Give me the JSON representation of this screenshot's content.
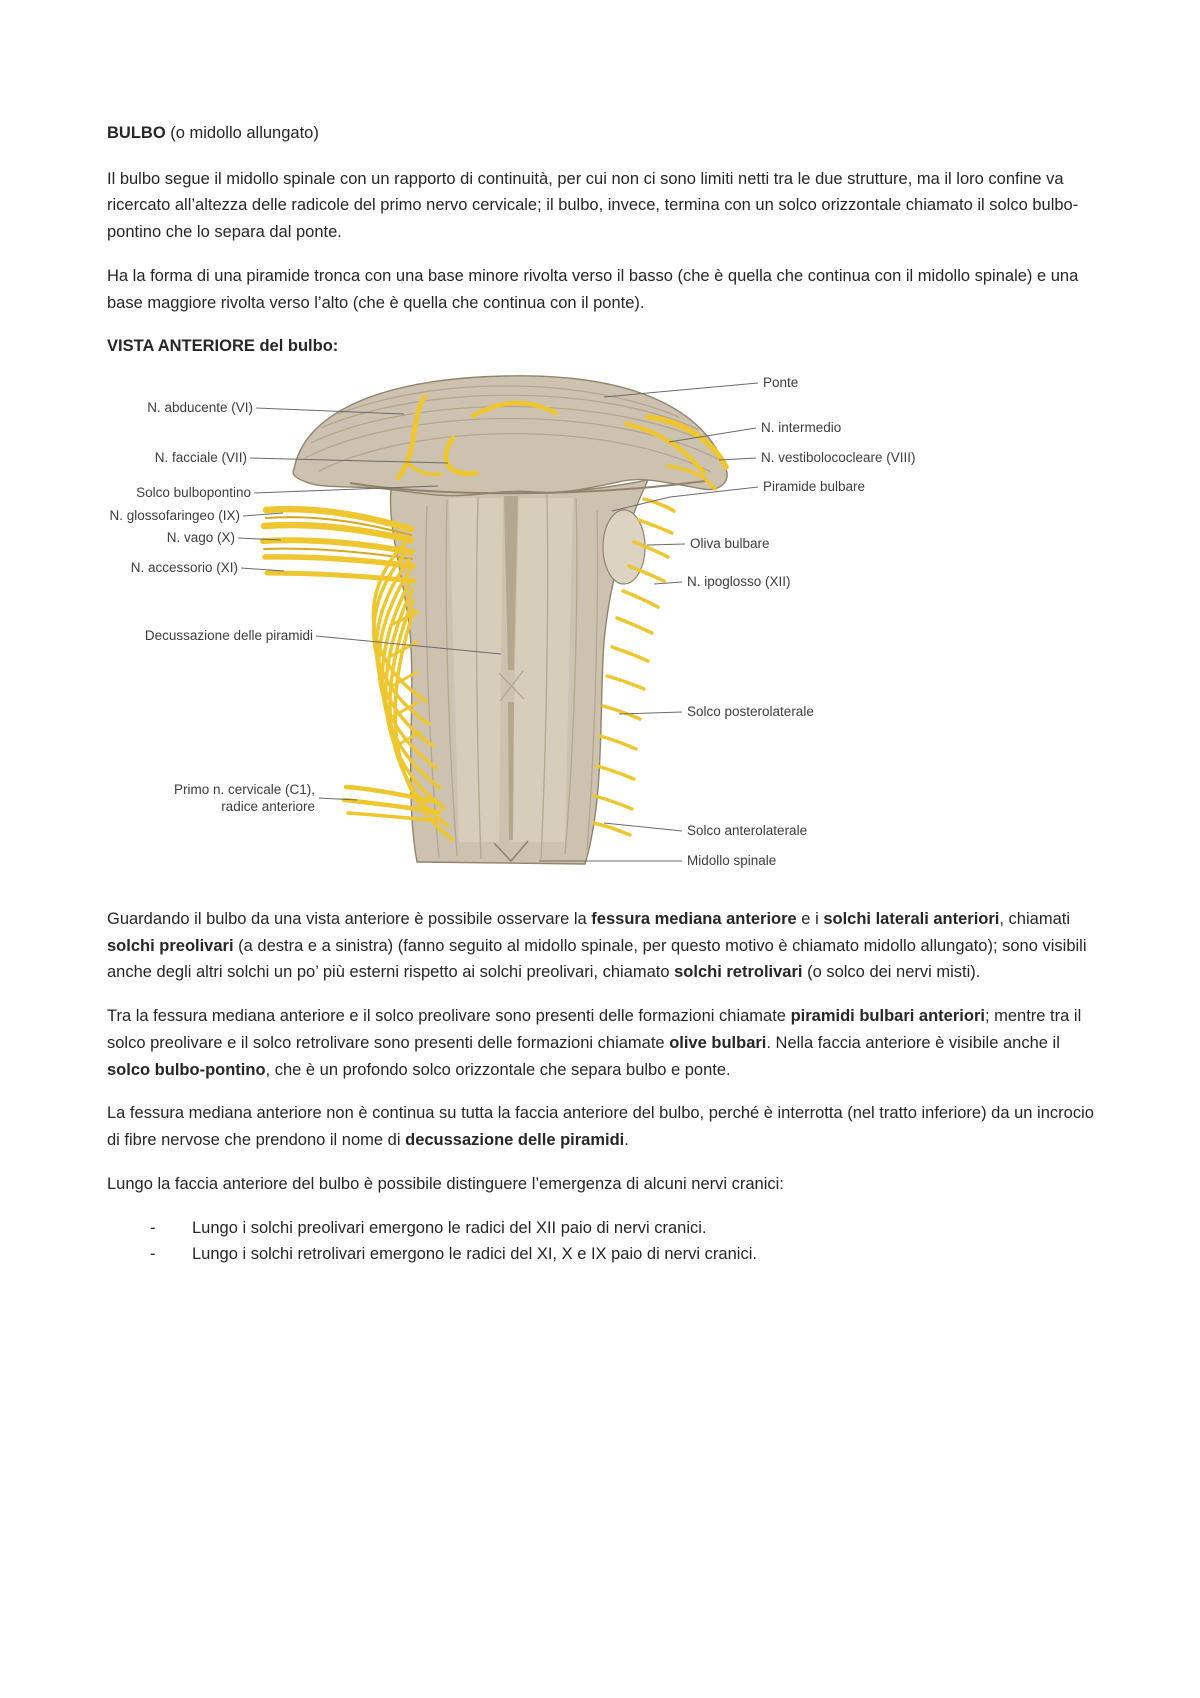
{
  "doc": {
    "title": [
      {
        "t": "BULBO",
        "b": true
      },
      {
        "t": " (o midollo allungato)",
        "b": false
      }
    ],
    "p1": [
      {
        "t": "Il bulbo segue il midollo spinale con un rapporto di continuità, per cui non ci sono limiti netti tra le due strutture, ma il loro confine va ricercato all’altezza delle radicole del primo nervo cervicale; il bulbo, invece, termina con un solco orizzontale chiamato il solco bulbo-pontino che lo separa dal ponte.",
        "b": false
      }
    ],
    "p2": [
      {
        "t": "Ha la forma di una piramide tronca con una base minore rivolta verso il basso (che è quella che continua con il midollo spinale) e una base maggiore rivolta verso l’alto (che è quella che continua con il ponte).",
        "b": false
      }
    ],
    "h2": [
      {
        "t": "VISTA ANTERIORE del bulbo:",
        "b": true
      }
    ],
    "p3": [
      {
        "t": "Guardando il bulbo da una vista anteriore è possibile osservare la ",
        "b": false
      },
      {
        "t": "fessura mediana anteriore",
        "b": true
      },
      {
        "t": " e i ",
        "b": false
      },
      {
        "t": "solchi laterali anteriori",
        "b": true
      },
      {
        "t": ", chiamati ",
        "b": false
      },
      {
        "t": "solchi preolivari",
        "b": true
      },
      {
        "t": " (a destra e a sinistra) (fanno seguito al midollo spinale, per questo motivo è chiamato midollo allungato); sono visibili anche degli altri solchi un po’ più esterni rispetto ai solchi preolivari, chiamato ",
        "b": false
      },
      {
        "t": "solchi retrolivari",
        "b": true
      },
      {
        "t": " (o solco dei nervi misti).",
        "b": false
      }
    ],
    "p4": [
      {
        "t": "Tra la fessura mediana anteriore e il solco preolivare sono presenti delle formazioni chiamate ",
        "b": false
      },
      {
        "t": "piramidi bulbari anteriori",
        "b": true
      },
      {
        "t": "; mentre tra il solco preolivare e il solco retrolivare sono presenti delle formazioni chiamate ",
        "b": false
      },
      {
        "t": "olive bulbari",
        "b": true
      },
      {
        "t": ". Nella faccia anteriore è visibile anche il ",
        "b": false
      },
      {
        "t": "solco bulbo-pontino",
        "b": true
      },
      {
        "t": ", che è un profondo solco orizzontale che separa bulbo e ponte.",
        "b": false
      }
    ],
    "p5": [
      {
        "t": "La fessura mediana anteriore non è continua su tutta la faccia anteriore del bulbo, perché è interrotta (nel tratto inferiore) da un incrocio di fibre nervose che prendono il nome di ",
        "b": false
      },
      {
        "t": "decussazione delle piramidi",
        "b": true
      },
      {
        "t": ".",
        "b": false
      }
    ],
    "p6": [
      {
        "t": "Lungo la faccia anteriore del bulbo è possibile distinguere l’emergenza di alcuni nervi cranici:",
        "b": false
      }
    ],
    "dash": "-",
    "bullets": [
      "Lungo i solchi preolivari emergono le radici del XII paio di nervi cranici.",
      "Lungo i solchi retrolivari emergono le radici del XI, X e IX paio di nervi cranici."
    ]
  },
  "figure": {
    "labels_left": [
      "N. abducente (VI)",
      "N. facciale (VII)",
      "Solco bulbopontino",
      "N. glossofaringeo (IX)",
      "N. vago (X)",
      "N. accessorio (XI)",
      "Decussazione delle piramidi",
      "Primo n. cervicale (C1),",
      "radice anteriore"
    ],
    "labels_right": [
      "Ponte",
      "N. intermedio",
      "N. vestibolococleare (VIII)",
      "Piramide bulbare",
      "Oliva bulbare",
      "N. ipoglosso (XII)",
      "Solco posterolaterale",
      "Solco anterolaterale",
      "Midollo spinale"
    ],
    "colors": {
      "text-color": "#262626",
      "label-color": "#3c3c3c",
      "nerve-yellow": "#eec62f",
      "nerve-deep": "#d6a91d",
      "tissue-tan": "#cdc2b0",
      "tissue-light": "#dcd3c3",
      "tissue-dark": "#b4a78f",
      "tissue-outline": "#92846c",
      "leader-gray": "#6b6b6b"
    }
  }
}
